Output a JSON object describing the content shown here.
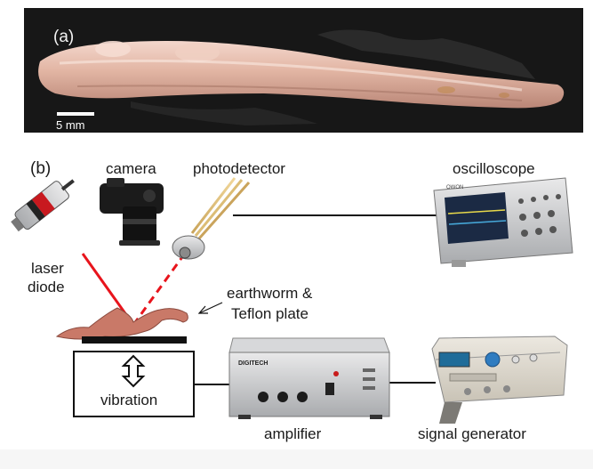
{
  "panel_a": {
    "label": "(a)",
    "scale_bar_label": "5 mm"
  },
  "panel_b": {
    "label": "(b)",
    "labels": {
      "camera": "camera",
      "photodetector": "photodetector",
      "oscilloscope": "oscilloscope",
      "laser_line1": "laser",
      "laser_line2": "diode",
      "sample_line1": "earthworm &",
      "sample_line2": "Teflon plate",
      "vibration": "vibration",
      "amplifier": "amplifier",
      "signal_generator": "signal generator"
    },
    "device_text": {
      "amplifier_brand": "DIGITECH",
      "scope_brand": "OWON"
    }
  },
  "colors": {
    "laser": "#e8141c",
    "worm": "#c97968",
    "photo_background": "#161616"
  },
  "icons": [
    "laser-diode-icon",
    "camera-icon",
    "photodetector-icon",
    "oscilloscope-icon",
    "amplifier-icon",
    "signal-generator-icon",
    "double-arrow-icon"
  ]
}
